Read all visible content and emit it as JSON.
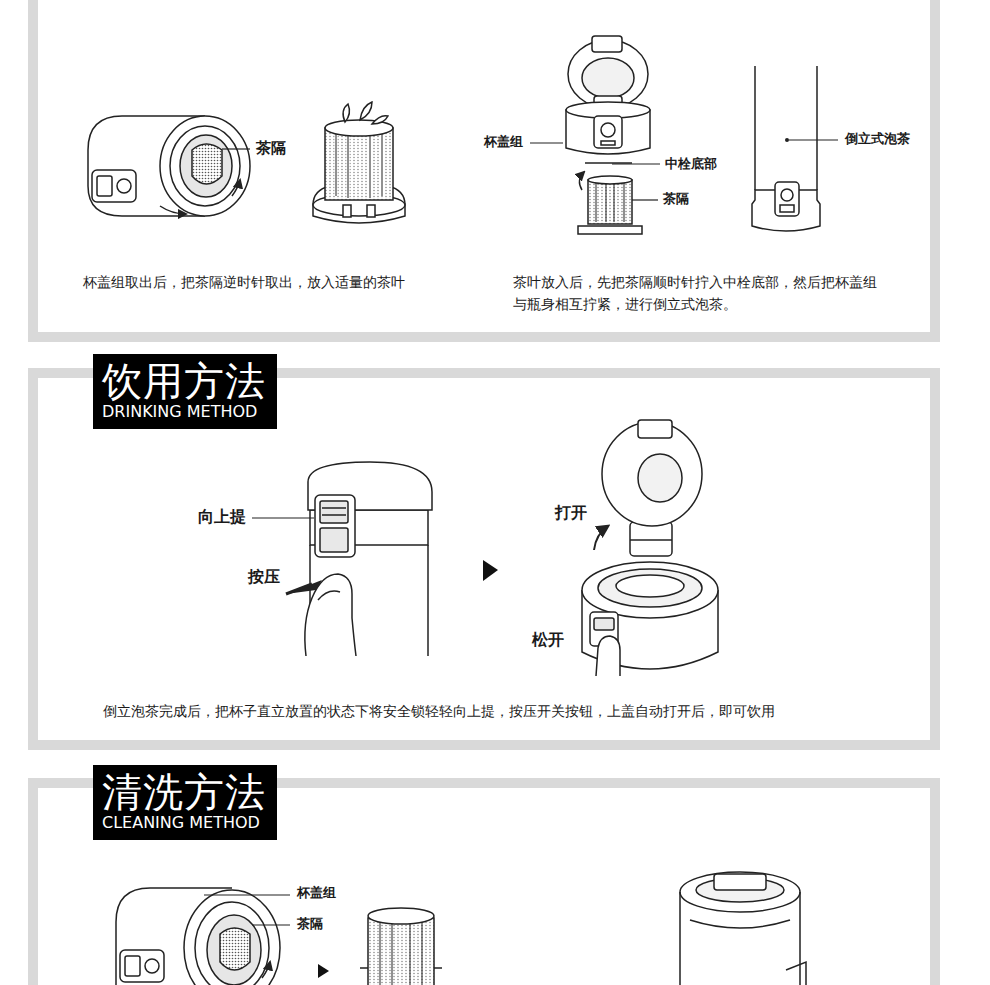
{
  "diagram": {
    "nodes": [
      {
        "text": [
          "饮用方法",
          "DRINKING METHOD"
        ]
      },
      {
        "text": [
          "清洗方法",
          "CLEANING METHOD"
        ]
      }
    ],
    "labels": [
      "茶隔",
      "杯盖组取出后，把茶隔逆时针取出，放入适量的茶叶",
      "杯盖组",
      "中栓底部",
      "茶隔",
      "倒立式泡茶",
      "茶叶放入后，先把茶隔顺时针拧入中栓底部，然后把杯盖组与瓶身相互拧紧，进行倒立式泡茶。",
      "向上提",
      "按压",
      "打开",
      "松开",
      "倒立泡茶完成后，把杯子直立放置的状态下将安全锁轻轻向上提，按压开关按钮，上盖自动打开后，即可饮用",
      "杯盖组",
      "茶隔"
    ]
  }
}
